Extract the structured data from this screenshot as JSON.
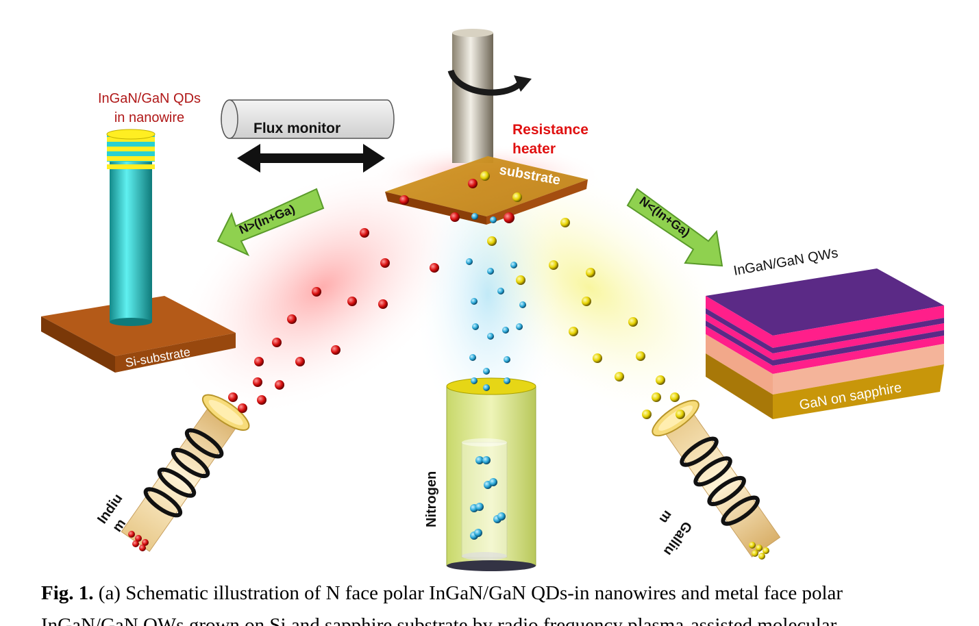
{
  "labels": {
    "qd_title_line1": "InGaN/GaN QDs",
    "qd_title_line2": "in nanowire",
    "flux_monitor": "Flux monitor",
    "resistance_heater_line1": "Resistance",
    "resistance_heater_line2": "heater",
    "substrate": "substrate",
    "n_greater": "N>(In+Ga)",
    "n_less": "N<(In+Ga)",
    "qw_title": "InGaN/GaN QWs",
    "si_substrate": "Si-substrate",
    "gan_sapphire": "GaN on sapphire",
    "indium_line1": "Indiu",
    "indium_line2": "m",
    "nitrogen": "Nitrogen",
    "gallium_line1": "Galliu",
    "gallium_line2": "m"
  },
  "caption": {
    "fig_label": "Fig. 1.",
    "text": " (a) Schematic illustration of N face polar InGaN/GaN QDs-in nanowires and metal face polar",
    "line2": "InGaN/GaN QWs grown on Si and sapphire substrate by radio frequency plasma-assisted molecular"
  },
  "colors": {
    "indium": "#cc1111",
    "gallium": "#e6d200",
    "nitrogen": "#2aa8d8",
    "arrow_green": "#8fd14f",
    "substrate_brown": "#b85a12",
    "qw_purple": "#5b2a86",
    "qw_pink": "#ff1f8a",
    "gan_gold": "#c8960a",
    "nanowire_cyan": "#22c8c8",
    "heater_red": "#e01010"
  }
}
